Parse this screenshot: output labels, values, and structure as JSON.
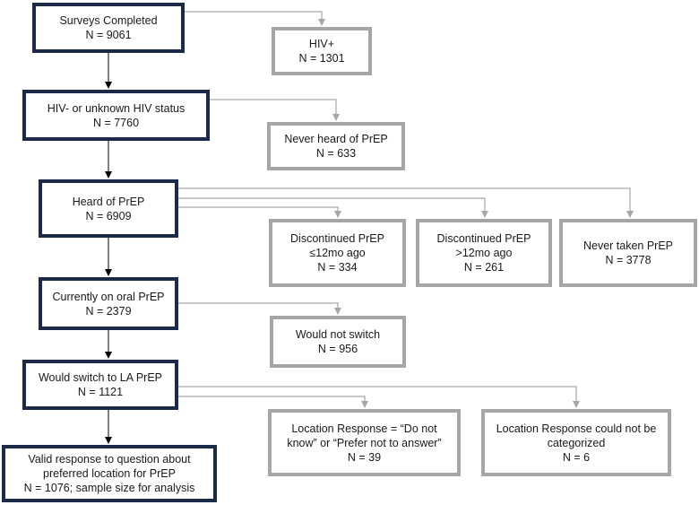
{
  "colors": {
    "main_border": "#1c2a4a",
    "side_border": "#a6a6a6",
    "main_arrow": "#000000",
    "side_arrow": "#a6a6a6"
  },
  "nodes": {
    "surveys": {
      "line1": "Surveys Completed",
      "line2": "N = 9061"
    },
    "hiv_pos": {
      "line1": "HIV+",
      "line2": "N = 1301"
    },
    "hiv_neg": {
      "line1": "HIV- or unknown HIV status",
      "line2": "N = 7760"
    },
    "never_heard": {
      "line1": "Never heard of PrEP",
      "line2": "N = 633"
    },
    "heard": {
      "line1": "Heard of PrEP",
      "line2": "N = 6909"
    },
    "disc_recent": {
      "line1": "Discontinued PrEP",
      "line2": "≤12mo ago",
      "line3": "N = 334"
    },
    "disc_old": {
      "line1": "Discontinued PrEP",
      "line2": ">12mo ago",
      "line3": "N = 261"
    },
    "never_taken": {
      "line1": "Never taken PrEP",
      "line2": "N = 3778"
    },
    "on_oral": {
      "line1": "Currently on oral PrEP",
      "line2": "N = 2379"
    },
    "no_switch": {
      "line1": "Would not switch",
      "line2": "N = 956"
    },
    "switch_la": {
      "line1": "Would switch to LA PrEP",
      "line2": "N = 1121"
    },
    "dont_know": {
      "line1": "Location Response = “Do not",
      "line2": "know” or “Prefer not to answer”",
      "line3": "N = 39"
    },
    "uncategorized": {
      "line1": "Location Response could not be",
      "line2": "categorized",
      "line3": "N = 6"
    },
    "valid": {
      "line1": "Valid response to question about",
      "line2": "preferred location for PrEP",
      "line3": "N = 1076; sample size for analysis"
    }
  }
}
